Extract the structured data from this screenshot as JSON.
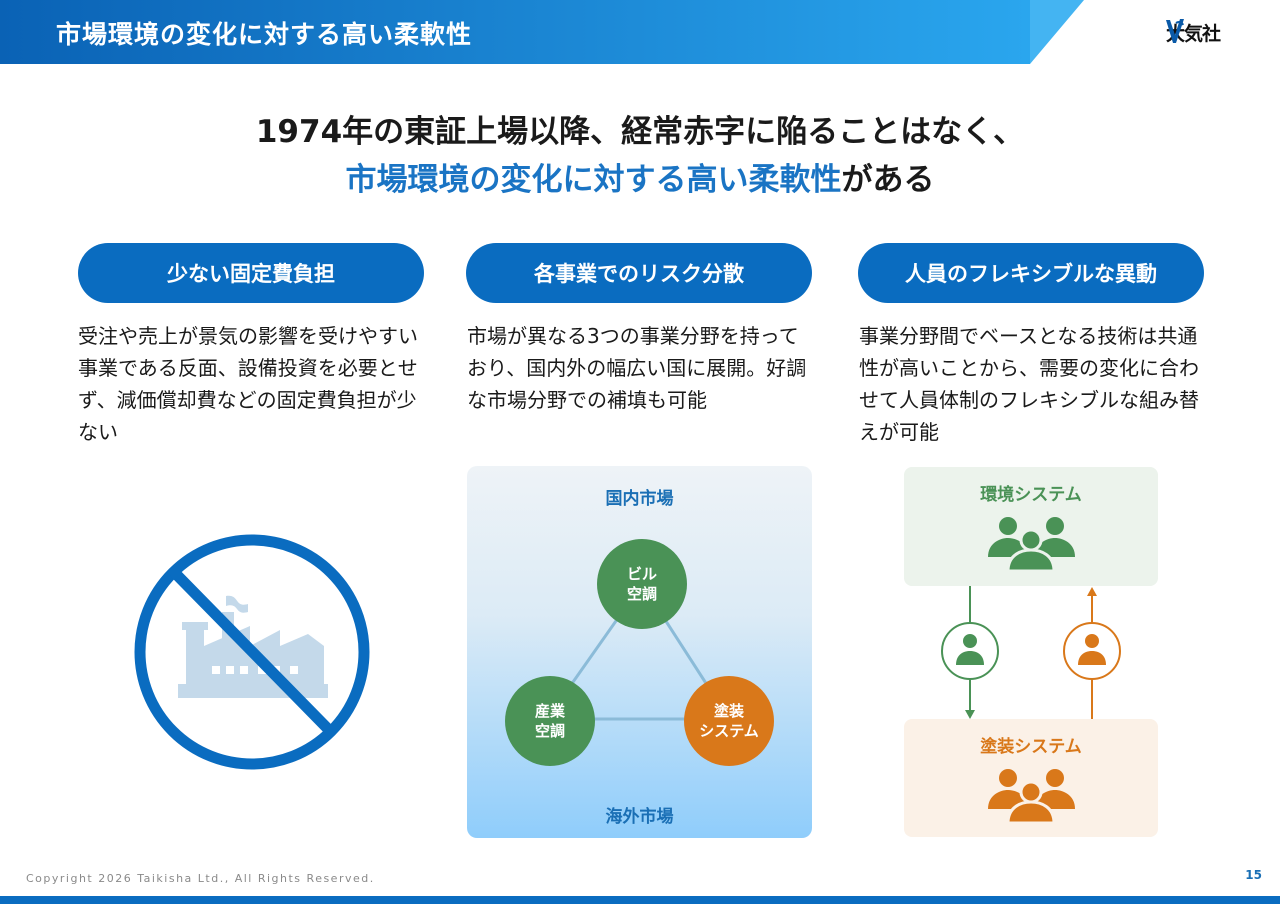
{
  "header": {
    "title": "市場環境の変化に対する高い柔軟性",
    "brand_name": "大気社"
  },
  "headline": {
    "line1": "1974年の東証上場以降、経常赤字に陥ることはなく、",
    "line2_highlight": "市場環境の変化に対する高い柔軟性",
    "line2_rest": "がある"
  },
  "columns": [
    {
      "title": "少ない固定費負担",
      "body": "受注や売上が景気の影響を受けやすい事業である反面、設備投資を必要とせず、減価償却費などの固定費負担が少ない"
    },
    {
      "title": "各事業でのリスク分散",
      "body": "市場が異なる3つの事業分野を持っており、国内外の幅広い国に展開。好調な市場分野での補填も可能"
    },
    {
      "title": "人員のフレキシブルな異動",
      "body": "事業分野間でベースとなる技術は共通性が高いことから、需要の変化に合わせて人員体制のフレキシブルな組み替えが可能"
    }
  ],
  "market_diagram": {
    "top_label": "国内市場",
    "bottom_label": "海外市場",
    "nodes": [
      {
        "label": "ビル\n空調",
        "color": "#4a9256"
      },
      {
        "label": "産業\n空調",
        "color": "#4a9256"
      },
      {
        "label": "塗装\nシステム",
        "color": "#d9781a"
      }
    ]
  },
  "systems_diagram": {
    "top_box": {
      "title": "環境システム",
      "color": "#4a9256"
    },
    "bottom_box": {
      "title": "塗装システム",
      "color": "#d9781a"
    }
  },
  "footer": {
    "copyright": "Copyright 2026 Taikisha Ltd., All Rights Reserved.",
    "page_number": "15"
  },
  "colors": {
    "brand_blue": "#0a6cc0",
    "highlight_blue": "#1a74c4",
    "green": "#4a9256",
    "orange": "#d9781a"
  }
}
